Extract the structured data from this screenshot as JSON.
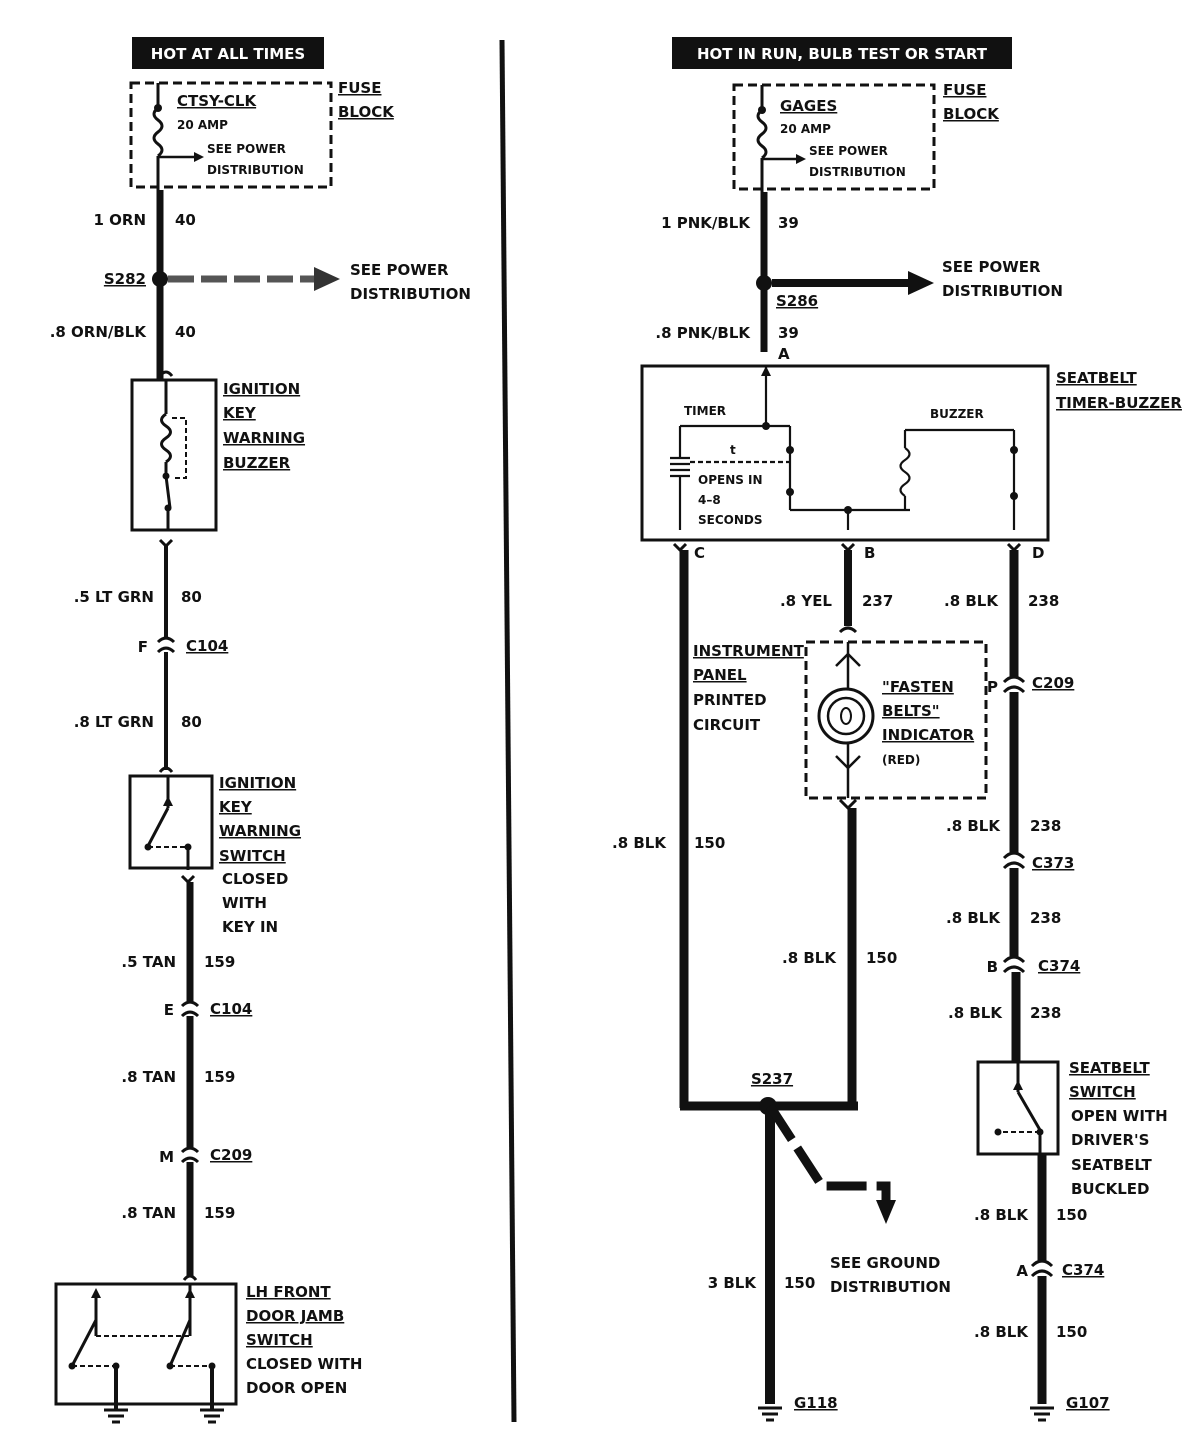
{
  "left": {
    "header": "HOT AT ALL TIMES",
    "fuse": {
      "name": "CTSY-CLK",
      "rating": "20 AMP",
      "see1": "SEE POWER",
      "see2": "DISTRIBUTION",
      "label1": "FUSE",
      "label2": "BLOCK"
    },
    "wire1": {
      "size_color": "1 ORN",
      "circuit": "40"
    },
    "splice": {
      "id": "S282",
      "see1": "SEE POWER",
      "see2": "DISTRIBUTION"
    },
    "wire2": {
      "size_color": ".8 ORN/BLK",
      "circuit": "40"
    },
    "buzzer": {
      "l1": "IGNITION",
      "l2": "KEY",
      "l3": "WARNING",
      "l4": "BUZZER"
    },
    "wire3": {
      "size_color": ".5 LT GRN",
      "circuit": "80"
    },
    "conn1": {
      "pin": "F",
      "id": "C104"
    },
    "wire4": {
      "size_color": ".8 LT GRN",
      "circuit": "80"
    },
    "switch": {
      "l1": "IGNITION",
      "l2": "KEY",
      "l3": "WARNING",
      "l4": "SWITCH",
      "n1": "CLOSED",
      "n2": "WITH",
      "n3": "KEY IN"
    },
    "wire5": {
      "size_color": ".5 TAN",
      "circuit": "159"
    },
    "conn2": {
      "pin": "E",
      "id": "C104"
    },
    "wire6": {
      "size_color": ".8 TAN",
      "circuit": "159"
    },
    "conn3": {
      "pin": "M",
      "id": "C209"
    },
    "wire7": {
      "size_color": ".8 TAN",
      "circuit": "159"
    },
    "door": {
      "l1": "LH FRONT",
      "l2": "DOOR JAMB",
      "l3": "SWITCH",
      "n1": "CLOSED WITH",
      "n2": "DOOR OPEN"
    }
  },
  "right": {
    "header": "HOT IN RUN,  BULB TEST OR START",
    "fuse": {
      "name": "GAGES",
      "rating": "20 AMP",
      "see1": "SEE POWER",
      "see2": "DISTRIBUTION",
      "label1": "FUSE",
      "label2": "BLOCK"
    },
    "wire1": {
      "size_color": "1 PNK/BLK",
      "circuit": "39"
    },
    "splice": {
      "id": "S286",
      "see1": "SEE POWER",
      "see2": "DISTRIBUTION"
    },
    "wire2": {
      "size_color": ".8 PNK/BLK",
      "circuit": "39",
      "pin": "A"
    },
    "module": {
      "l1": "SEATBELT",
      "l2": "TIMER-BUZZER",
      "timer": "TIMER",
      "buzzer": "BUZZER",
      "t": "t",
      "o1": "OPENS IN",
      "o2": "4–8",
      "o3": "SECONDS",
      "pinC": "C",
      "pinB": "B",
      "pinD": "D"
    },
    "wireB": {
      "size_color": ".8 YEL",
      "circuit": "237"
    },
    "wireD1": {
      "size_color": ".8 BLK",
      "circuit": "238"
    },
    "ipc": {
      "l1": "INSTRUMENT",
      "l2": "PANEL",
      "l3": "PRINTED",
      "l4": "CIRCUIT"
    },
    "indicator": {
      "l1": "\"FASTEN",
      "l2": "BELTS\"",
      "l3": "INDICATOR",
      "l4": "(RED)"
    },
    "c209": {
      "pin": "P",
      "id": "C209"
    },
    "wireC": {
      "size_color": ".8 BLK",
      "circuit": "150"
    },
    "wireD2": {
      "size_color": ".8 BLK",
      "circuit": "238"
    },
    "c373": {
      "id": "C373"
    },
    "wireD3": {
      "size_color": ".8 BLK",
      "circuit": "238"
    },
    "c374a": {
      "pin": "B",
      "id": "C374"
    },
    "wireB2": {
      "size_color": ".8 BLK",
      "circuit": "150"
    },
    "wireD4": {
      "size_color": ".8 BLK",
      "circuit": "238"
    },
    "s237": {
      "id": "S237"
    },
    "seatbelt_switch": {
      "l1": "SEATBELT",
      "l2": "SWITCH",
      "n1": "OPEN WITH",
      "n2": "DRIVER'S",
      "n3": "SEATBELT",
      "n4": "BUCKLED"
    },
    "ground_see": {
      "l1": "SEE GROUND",
      "l2": "DISTRIBUTION"
    },
    "wireG": {
      "size_color": "3 BLK",
      "circuit": "150"
    },
    "wireS1": {
      "size_color": ".8 BLK",
      "circuit": "150"
    },
    "c374b": {
      "pin": "A",
      "id": "C374"
    },
    "wireS2": {
      "size_color": ".8 BLK",
      "circuit": "150"
    },
    "g118": "G118",
    "g107": "G107"
  }
}
